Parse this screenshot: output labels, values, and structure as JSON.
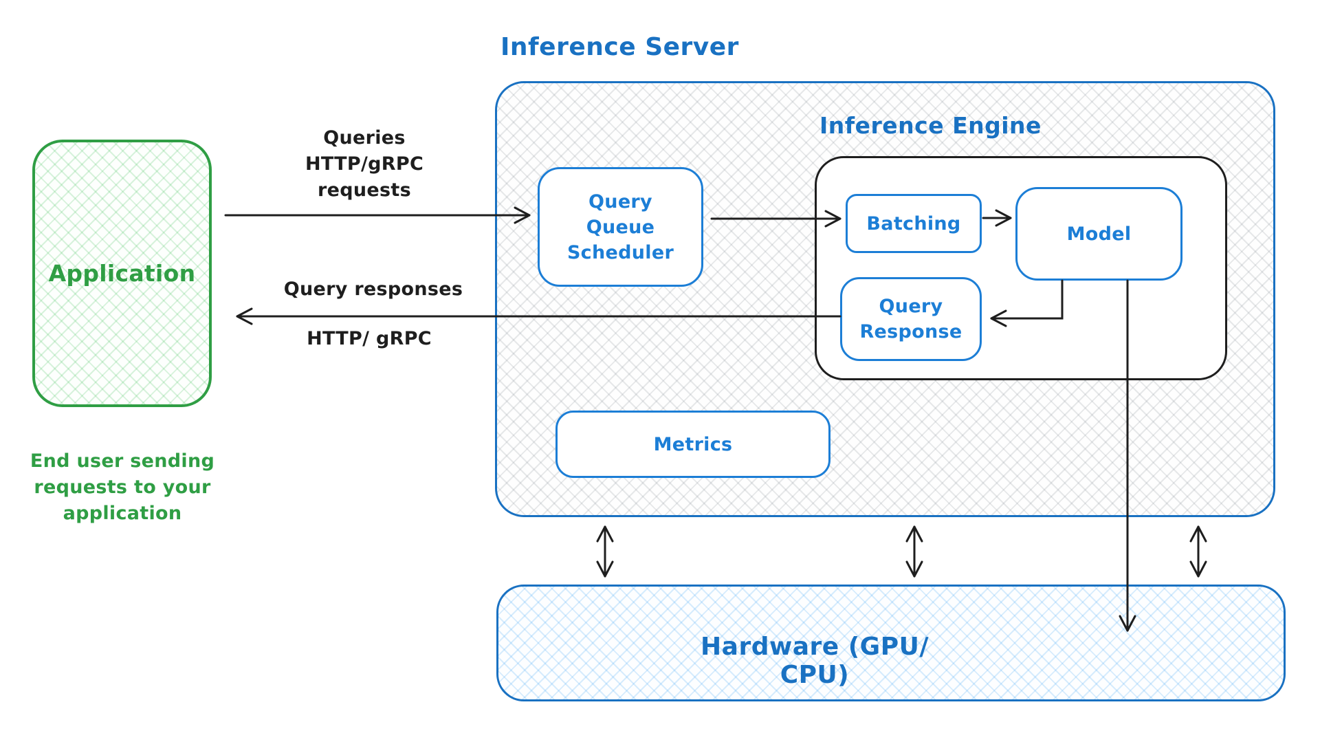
{
  "colors": {
    "green": "#2f9e44",
    "blue": "#1971c2",
    "bright_blue": "#1c7ed6",
    "ink": "#1e1e1e"
  },
  "application": {
    "label": "Application",
    "caption": "End user sending\nrequests to your\napplication"
  },
  "flows": {
    "queries_label": "Queries\nHTTP/gRPC\nrequests",
    "responses_label_top": "Query responses",
    "responses_label_bottom": "HTTP/ gRPC"
  },
  "inference_server": {
    "title": "Inference Server",
    "query_queue_scheduler": "Query\nQueue\nScheduler",
    "metrics": "Metrics",
    "inference_engine": {
      "title": "Inference Engine",
      "batching": "Batching",
      "model": "Model",
      "query_response": "Query\nResponse"
    }
  },
  "hardware": {
    "label": "Hardware (GPU/ CPU)"
  }
}
